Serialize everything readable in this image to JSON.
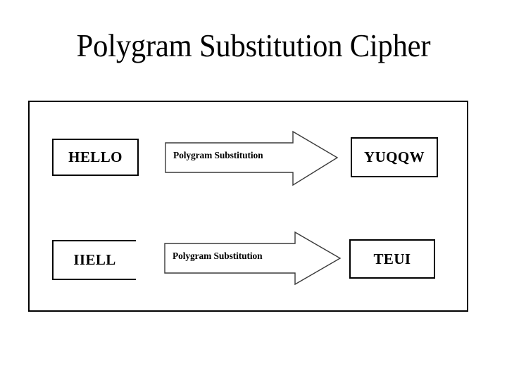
{
  "slide": {
    "title": "Polygram Substitution Cipher",
    "background_color": "#ffffff",
    "text_color": "#000000",
    "border_color": "#000000"
  },
  "diagram": {
    "rows": [
      {
        "plaintext": "HELLO",
        "operation": "Polygram Substitution",
        "ciphertext": "YUQQW"
      },
      {
        "plaintext": "IIELL",
        "operation": "Polygram Substitution",
        "ciphertext": "TEUI"
      }
    ]
  }
}
